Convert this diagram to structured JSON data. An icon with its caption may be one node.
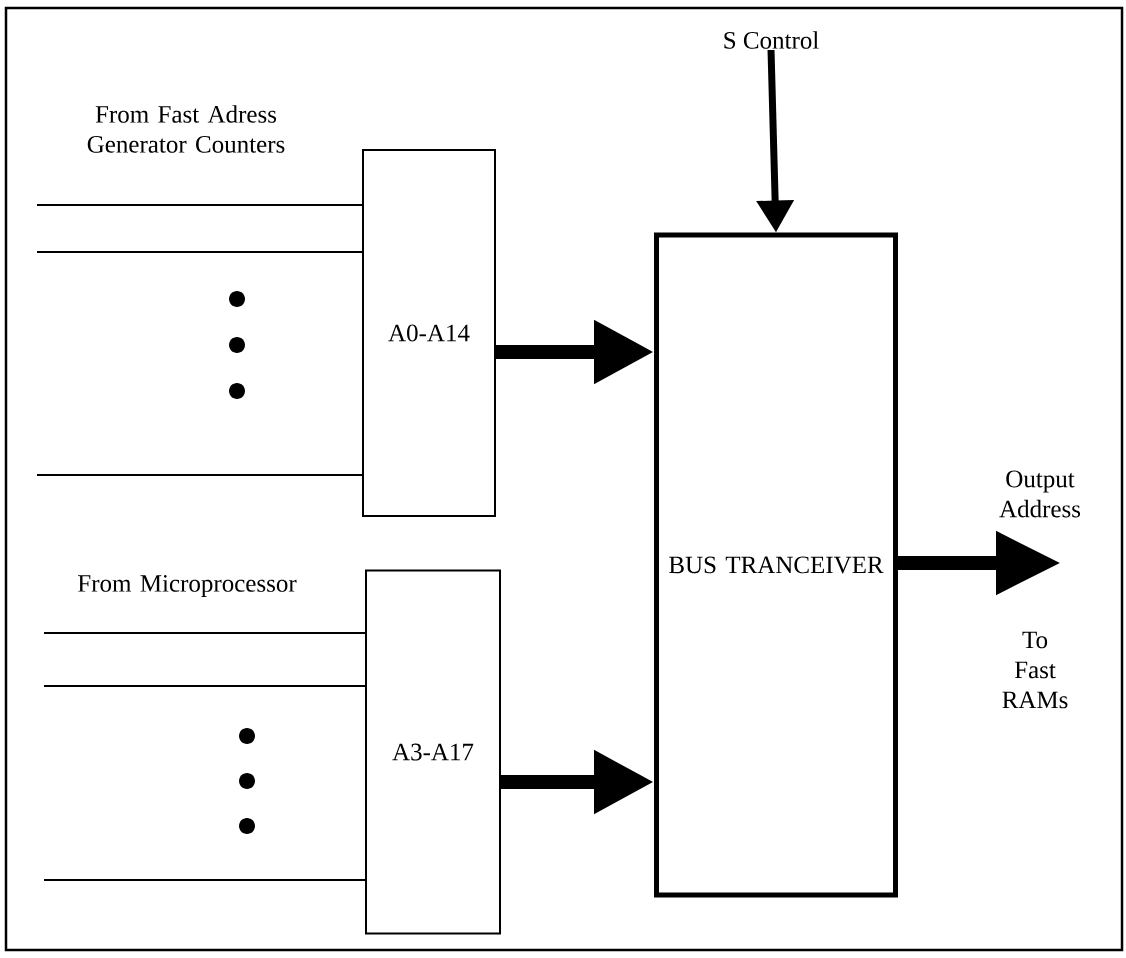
{
  "diagram": {
    "nodes": [
      {
        "text": [
          "A0-A14"
        ]
      },
      {
        "text": [
          "A3-A17"
        ]
      },
      {
        "text": [
          "BUS TRANCEIVER"
        ]
      },
      {
        "text": [
          "S Control"
        ]
      }
    ],
    "edges": [
      {
        "from": null,
        "to": 0,
        "arrow": "none"
      },
      {
        "from": null,
        "to": 0,
        "arrow": "none"
      },
      {
        "from": null,
        "to": 0,
        "arrow": "none"
      },
      {
        "from": null,
        "to": 1,
        "arrow": "none"
      },
      {
        "from": null,
        "to": 1,
        "arrow": "none"
      },
      {
        "from": null,
        "to": 1,
        "arrow": "none"
      },
      {
        "from": 0,
        "to": 2,
        "arrow": "to",
        "style": "thick"
      },
      {
        "from": 1,
        "to": 2,
        "arrow": "to",
        "style": "thick"
      },
      {
        "from": 3,
        "to": 2,
        "arrow": "to",
        "style": "thick"
      },
      {
        "from": 2,
        "to": null,
        "arrow": "to",
        "style": "thick"
      }
    ],
    "labels": [
      "From Fast Adress Generator Counters",
      "From Microprocessor",
      "Output Address",
      "To Fast RAMs"
    ]
  }
}
